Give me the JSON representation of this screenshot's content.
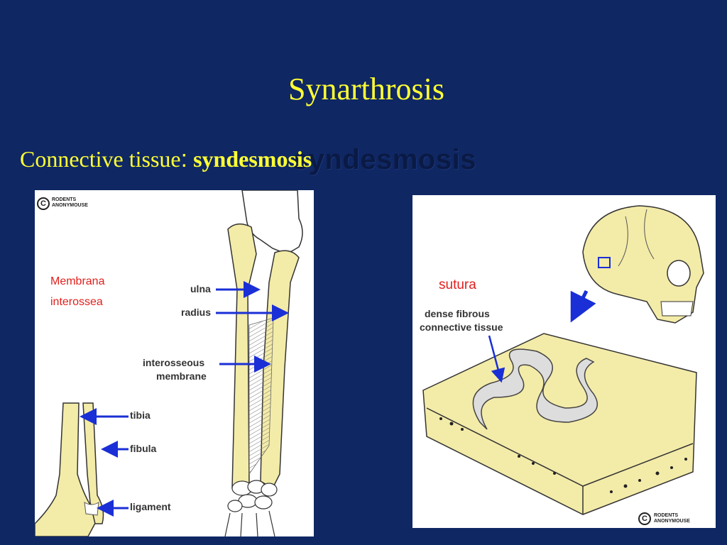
{
  "slide": {
    "title": "Synarthrosis",
    "subtitle_prefix": "Connective tissue",
    "subtitle_colon": ":",
    "subtitle_term": "syndesmosis",
    "ghost_text": "syndesmosis"
  },
  "left_figure": {
    "logo_line1": "RODENTS",
    "logo_line2": "ANONYMOUSE",
    "copyright_symbol": "C",
    "red_label_line1": "Membrana",
    "red_label_line2": "interossea",
    "labels": {
      "ulna": "ulna",
      "radius": "radius",
      "interosseous_1": "interosseous",
      "interosseous_2": "membrane",
      "tibia": "tibia",
      "fibula": "fibula",
      "ligament": "ligament"
    }
  },
  "right_figure": {
    "red_label": "sutura",
    "label_line1": "dense fibrous",
    "label_line2": "connective tissue",
    "logo_line1": "RODENTS",
    "logo_line2": "ANONYMOUSE",
    "copyright_symbol": "C"
  },
  "colors": {
    "background": "#0f2763",
    "title": "#ffff33",
    "bone": "#f3eba8",
    "arrow": "#1a2fd6",
    "label_red": "#e0201c"
  }
}
